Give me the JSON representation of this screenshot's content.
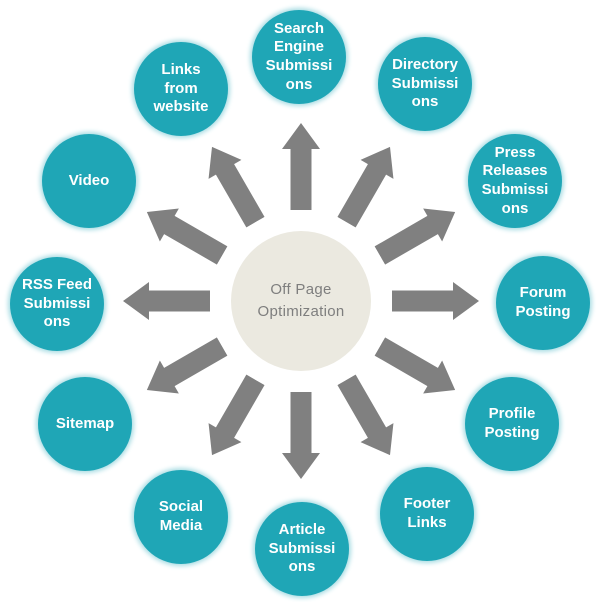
{
  "diagram": {
    "type": "radial-hub-spoke",
    "center": {
      "label": "Off Page Optimization",
      "lines": [
        "Off Page",
        "Optimization"
      ]
    },
    "nodes": [
      {
        "label": "Search Engine Submissions",
        "lines": [
          "Search",
          "Engine",
          "Submissi",
          "ons"
        ]
      },
      {
        "label": "Directory Submissions",
        "lines": [
          "Directory",
          "Submissi",
          "ons"
        ]
      },
      {
        "label": "Press Releases Submissions",
        "lines": [
          "Press",
          "Releases",
          "Submissi",
          "ons"
        ]
      },
      {
        "label": "Forum Posting",
        "lines": [
          "Forum",
          "Posting"
        ]
      },
      {
        "label": "Profile Posting",
        "lines": [
          "Profile",
          "Posting"
        ]
      },
      {
        "label": "Footer Links",
        "lines": [
          "Footer",
          "Links"
        ]
      },
      {
        "label": "Article Submissions",
        "lines": [
          "Article",
          "Submissi",
          "ons"
        ]
      },
      {
        "label": "Social Media",
        "lines": [
          "Social",
          "Media"
        ]
      },
      {
        "label": "Sitemap",
        "lines": [
          "Sitemap"
        ]
      },
      {
        "label": "RSS Feed Submissions",
        "lines": [
          "RSS Feed",
          "Submissi",
          "ons"
        ]
      },
      {
        "label": "Video",
        "lines": [
          "Video"
        ]
      },
      {
        "label": "Links from website",
        "lines": [
          "Links",
          "from",
          "website"
        ]
      }
    ],
    "colors": {
      "node_fill": "#1FA6B6",
      "node_glow": "#A8DCE3",
      "node_text": "#FFFFFF",
      "center_fill": "#EBE9E0",
      "center_text": "#7E7E7E",
      "arrow_fill": "#808080",
      "background": "#FFFFFF"
    }
  }
}
